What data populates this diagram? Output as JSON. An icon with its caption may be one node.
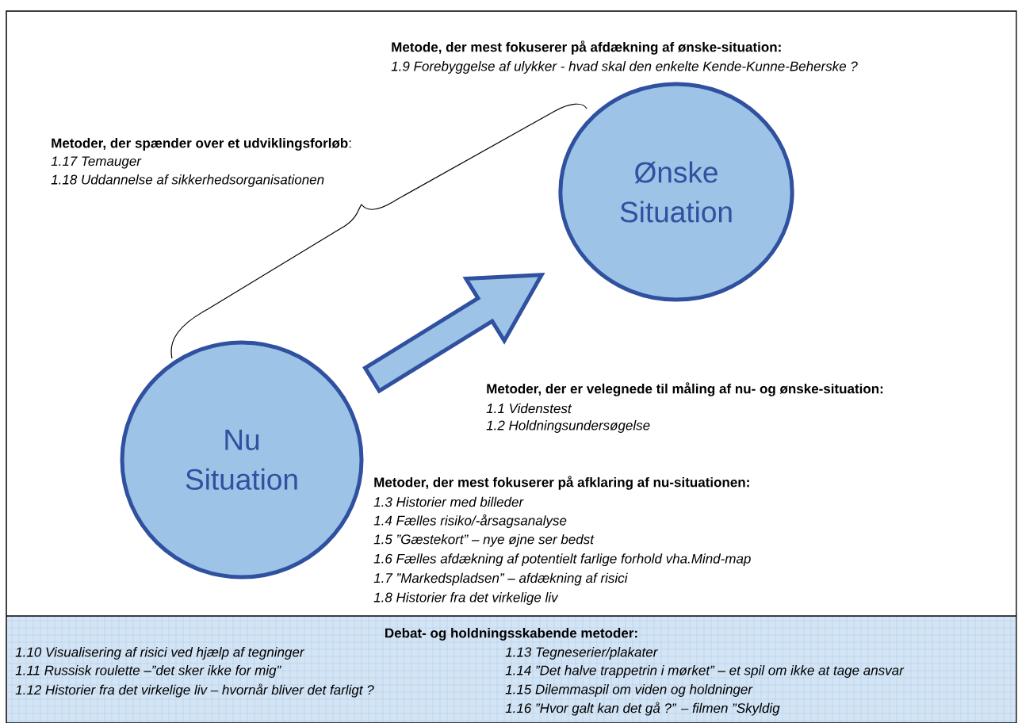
{
  "diagram": {
    "nodes": [
      {
        "text": [
          "Nu Situation"
        ]
      },
      {
        "text": [
          "Ønske Situation"
        ]
      },
      {
        "text": [
          "Debat- og holdningsskabende metoder:",
          "1.10 Visualisering af risici ved hjælp af tegninger",
          "1.11 Russisk roulette –”det sker ikke for mig”",
          "1.12 Historier fra det virkelige liv – hvornår bliver det farligt ?",
          "1.13 Tegneserier/plakater",
          "1.14 ”Det halve trappetrin i mørket” – et spil om ikke at tage ansvar",
          "1.15 Dilemmaspil om viden og holdninger",
          "1.16 ”Hvor galt kan det gå ?” – filmen ”Skyldig"
        ]
      }
    ],
    "edges": [
      {
        "from": 0,
        "to": 1,
        "arrow": "to"
      }
    ],
    "labels": [
      "Metode, der mest fokuserer på afdækning af ønske-situation:",
      "1.9 Forebyggelse af ulykker - hvad skal den enkelte Kende-Kunne-Beherske ?",
      "**Metoder, der spænder over et udviklingsforløb**:",
      "1.17 Temauger",
      "1.18 Uddannelse af sikkerhedsorganisationen",
      "Metoder, der er velegnede til måling af nu- og ønske-situation:",
      "1.1 Videnstest",
      "1.2 Holdningsundersøgelse",
      "Metoder, der mest fokuserer på afklaring af nu-situationen:",
      "1.3 Historier med billeder",
      "1.4 Fælles risiko/-årsagsanalyse",
      "1.5 ”Gæstekort” – nye øjne ser bedst",
      "1.6 Fælles afdækning af potentielt farlige forhold vha.Mind-map",
      "1.7 ”Markedspladsen” – afdækning af risici",
      "1.8 Historier fra det virkelige liv"
    ]
  }
}
